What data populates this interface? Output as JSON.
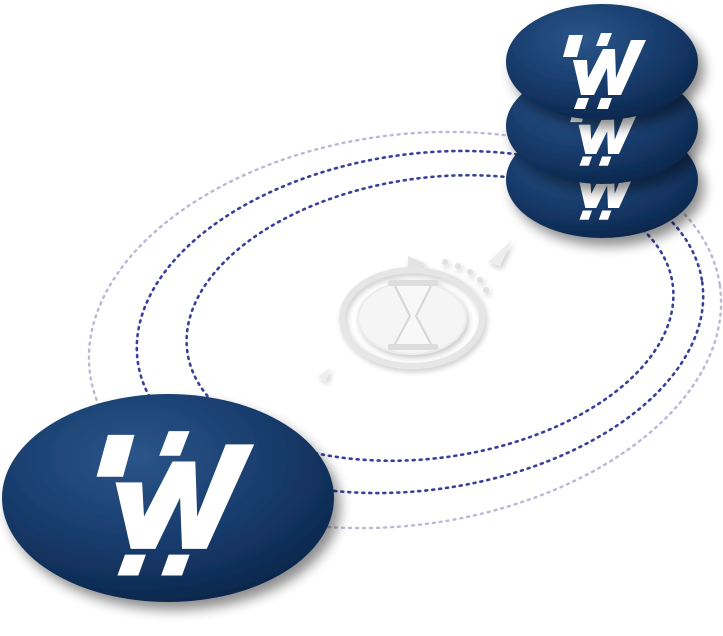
{
  "diagram": {
    "center_icon": "hourglass-icon",
    "orbit_count": 3,
    "stacked_logo_count": 3,
    "logos": [
      {
        "name": "w-logo-large",
        "icon": "w-logo-icon"
      },
      {
        "name": "w-logo-stack-bottom",
        "icon": "w-logo-icon"
      },
      {
        "name": "w-logo-stack-middle",
        "icon": "w-logo-icon"
      },
      {
        "name": "w-logo-stack-top",
        "icon": "w-logo-icon"
      }
    ],
    "colors": {
      "logo_fill": "#163a6a",
      "logo_dark": "#0b2549",
      "logo_mark": "#ffffff",
      "orbit_inner": "#3a3f9a",
      "orbit_outer": "#b9b9d6",
      "center_icon": "#cfcfcf"
    }
  }
}
